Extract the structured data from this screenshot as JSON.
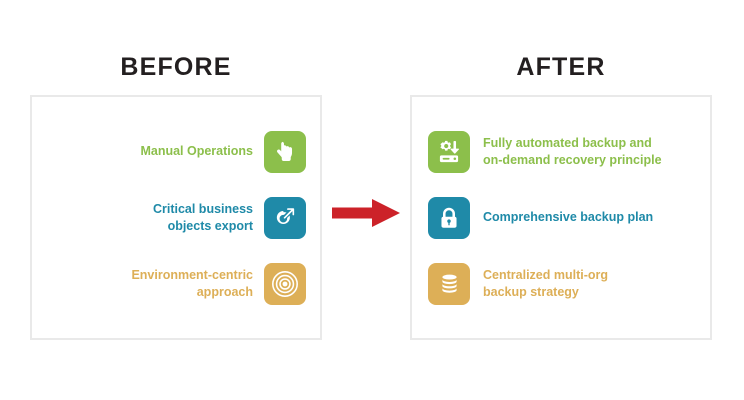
{
  "colors": {
    "green": "#8cbf4b",
    "teal": "#1f8aa8",
    "gold": "#ddaf57",
    "text_green": "#8cbf4b",
    "text_teal": "#1f8aa8",
    "text_gold": "#ddaf57",
    "heading": "#231f20",
    "panel_border": "#e9e9e9",
    "arrow_red": "#cc2229",
    "background": "#ffffff",
    "icon_glyph": "#ffffff"
  },
  "before": {
    "heading": "BEFORE",
    "items": [
      {
        "label": "Manual Operations",
        "icon": "pointing-hand-icon",
        "tile_color": "#8cbf4b",
        "text_color": "#8cbf4b"
      },
      {
        "label": "Critical business\nobjects export",
        "icon": "export-arrow-icon",
        "tile_color": "#1f8aa8",
        "text_color": "#1f8aa8"
      },
      {
        "label": "Environment-centric\napproach",
        "icon": "concentric-target-icon",
        "tile_color": "#ddaf57",
        "text_color": "#ddaf57"
      }
    ]
  },
  "after": {
    "heading": "AFTER",
    "items": [
      {
        "label": "Fully automated backup and\non-demand recovery principle",
        "icon": "automated-backup-download-icon",
        "tile_color": "#8cbf4b",
        "text_color": "#8cbf4b"
      },
      {
        "label": "Comprehensive backup plan",
        "icon": "padlock-icon",
        "tile_color": "#1f8aa8",
        "text_color": "#1f8aa8"
      },
      {
        "label": "Centralized multi-org\nbackup strategy",
        "icon": "database-stack-icon",
        "tile_color": "#ddaf57",
        "text_color": "#ddaf57"
      }
    ]
  },
  "arrow": {
    "icon": "right-arrow-icon",
    "color": "#cc2229",
    "direction": "right"
  }
}
